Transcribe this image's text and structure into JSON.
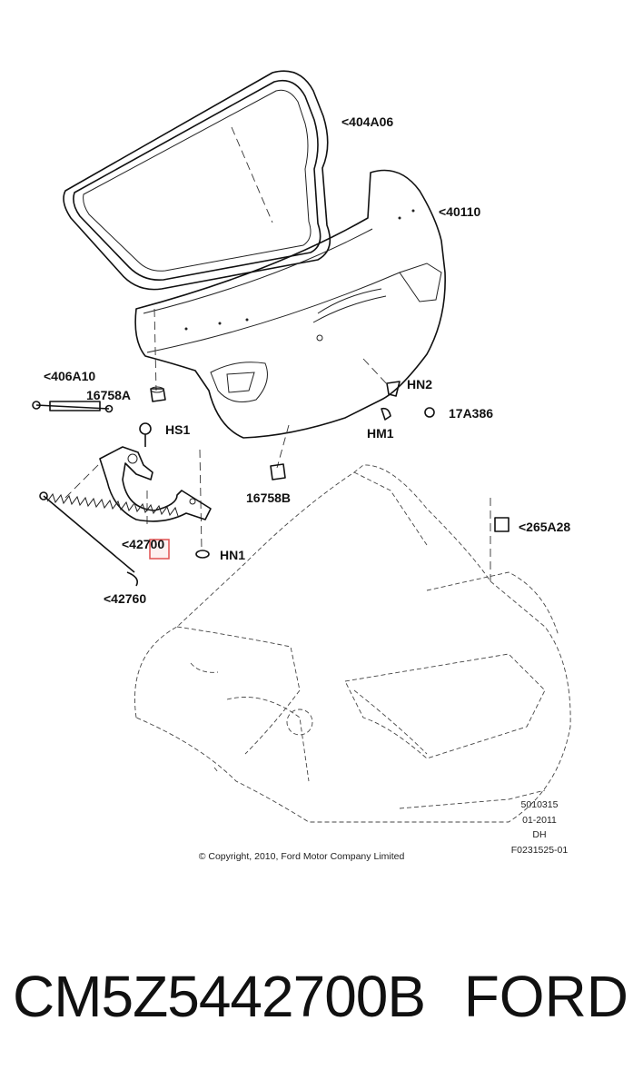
{
  "callouts": {
    "weatherstrip": "<404A06",
    "trunk_lid": "<40110",
    "gas_strut_left": "<406A10",
    "bumper_a": "16758A",
    "hs1": "HS1",
    "hn2": "HN2",
    "hm1": "HM1",
    "bolt_17a386": "17A386",
    "bumper_b": "16758B",
    "hinge": "<42700",
    "hn1": "HN1",
    "spring": "<42760",
    "bumper_265a28": "<265A28"
  },
  "drawing_meta": {
    "code1": "5010315",
    "code2": "01-2011",
    "code3": "DH",
    "code4": "F0231525-01",
    "copyright": "© Copyright, 2010, Ford Motor Company Limited"
  },
  "footer": {
    "part_number": "CM5Z5442700B",
    "brand": "FORD"
  },
  "colors": {
    "highlight": "#e05050",
    "highlight_fill": "#f6c8c8"
  }
}
